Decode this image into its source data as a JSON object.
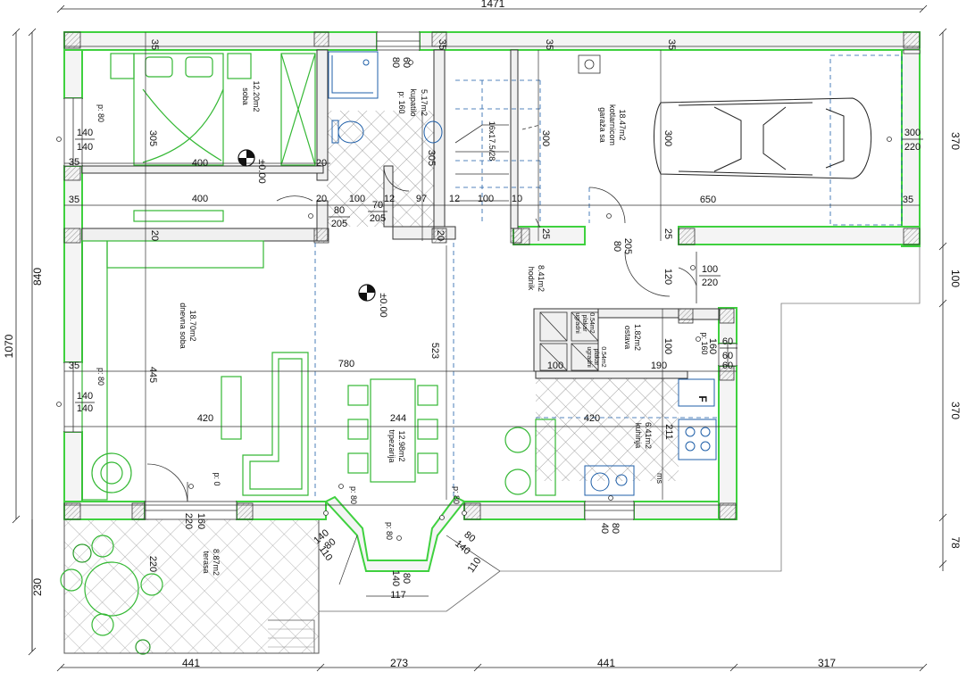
{
  "colors": {
    "wall_outline": "#3fd13f",
    "wall_fill": "#f4f4f4",
    "furniture": "#34b834",
    "dashed": "#1f5fa8",
    "hatch": "#8a8a8a",
    "lines": "#222222"
  },
  "overall": {
    "top_total": "1471",
    "left_total": "1070",
    "left_inner": "840",
    "left_terrace": "230",
    "bottom_segments": [
      "441",
      "273",
      "441",
      "317"
    ],
    "right_segments": [
      "370",
      "100",
      "370",
      "78"
    ]
  },
  "rooms": {
    "soba": {
      "name": "soba",
      "area": "12.20m2",
      "floor": "p: 80"
    },
    "kupatilo": {
      "name": "kupatilo",
      "area": "5.17m2",
      "floor": "p: 160"
    },
    "garaza": {
      "name": "garaža sa",
      "name2": "kotlarnicom",
      "area": "18.47m2"
    },
    "hodnik": {
      "name": "hodnik",
      "area": "8.41m2"
    },
    "dnevna": {
      "name": "dnevna soba",
      "area": "18.70m2"
    },
    "trpezarija": {
      "name": "trpezarija",
      "area": "12.98m2"
    },
    "ostava": {
      "name": "ostava",
      "area": "1.82m2"
    },
    "kuhinja": {
      "name": "kuhinja",
      "area": "6.41m2"
    },
    "terasa": {
      "name": "terasa",
      "area": "8.87m2"
    }
  },
  "levels": {
    "level1": "±0.00",
    "level2": "±0.00"
  },
  "stair": "16x17.5/28",
  "ugradni_plakar": [
    "ugradni",
    "plakar",
    "0.54m2"
  ],
  "labels": {
    "ms": "ms",
    "f": "F",
    "p0": "p: 0",
    "p80a": "p: 80",
    "p80b": "p: 80",
    "p80c": "p: 80",
    "p80d": "p: 80",
    "p80e": "p: 80",
    "p160": "p: 160"
  },
  "dims": {
    "d35a": "35",
    "d35b": "35",
    "d35c": "35",
    "d35d": "35",
    "d35e": "35",
    "d35f": "35",
    "d35g": "35",
    "d35h": "35",
    "d400a": "400",
    "d400b": "400",
    "d20a": "20",
    "d20b": "20",
    "d20c": "20",
    "d20d": "20",
    "d100a": "100",
    "d12a": "12",
    "d97": "97",
    "d12b": "12",
    "d100b": "100",
    "d10": "10",
    "d650": "650",
    "d780": "780",
    "d420a": "420",
    "d420b": "420",
    "d244": "244",
    "d305a": "305",
    "d305b": "305",
    "d300a": "300",
    "d300b": "300",
    "d445": "445",
    "d523": "523",
    "d25a": "25",
    "d25b": "25",
    "d120": "120",
    "d100c": "100",
    "d190": "190",
    "d211": "211",
    "d100d": "100",
    "d117": "117",
    "d110a": "110",
    "d110b": "110",
    "d220": "220",
    "w140a": "140",
    "w140b": "140",
    "w140c": "140",
    "w140d": "140",
    "w80a": "80",
    "w205a": "205",
    "w70": "70",
    "w205b": "205",
    "w80b": "80",
    "w60a": "60",
    "w80c": "80",
    "w205c": "205",
    "w300": "300",
    "w220a": "220",
    "w100": "100",
    "w220b": "220",
    "w60b": "60",
    "w160a": "160",
    "w60c": "60",
    "w60d": "60",
    "w80d": "80",
    "w40": "40",
    "w80e": "80",
    "w140e": "140",
    "w80f": "80",
    "w140f": "140",
    "w80g": "80",
    "w140g": "140",
    "w160b": "160",
    "w220c": "220",
    "w80h": "80",
    "w140h": "140"
  }
}
